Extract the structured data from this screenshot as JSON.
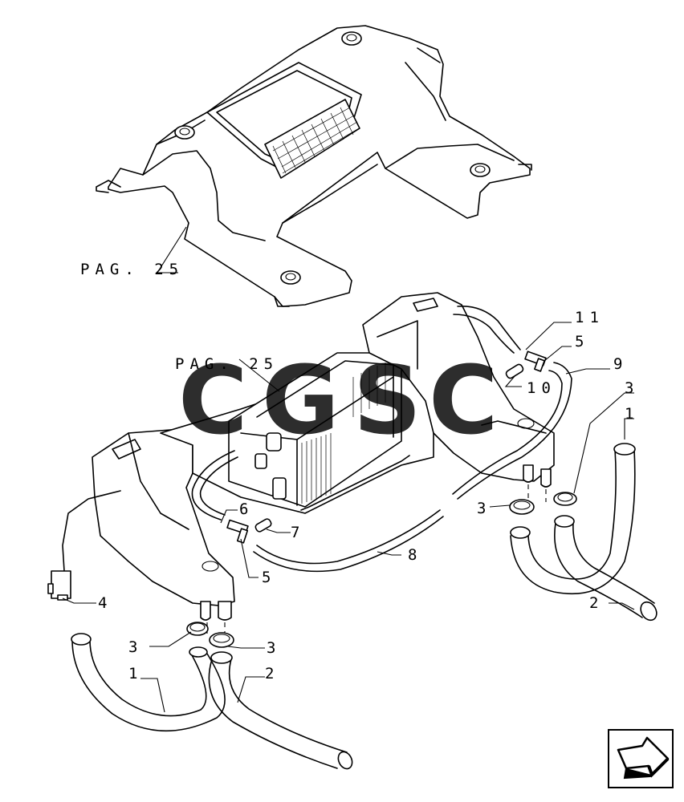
{
  "page_refs": [
    "PAG. 25",
    "PAG. 25"
  ],
  "callouts": {
    "c1a": "1",
    "c1b": "1",
    "c2a": "2",
    "c2b": "2",
    "c3a": "3",
    "c3b": "3",
    "c3c": "3",
    "c3d": "3",
    "c4": "4",
    "c5a": "5",
    "c5b": "5",
    "c6": "6",
    "c7": "7",
    "c8": "8",
    "c9": "9",
    "c10": "10",
    "c11": "11"
  },
  "watermark": {
    "letters": [
      "C",
      "G",
      "S",
      "C"
    ],
    "colors": [
      "#4285F4",
      "#EA4335",
      "#FBBC05",
      "#34A853"
    ]
  },
  "nav_icon": "next-page-arrow-icon"
}
